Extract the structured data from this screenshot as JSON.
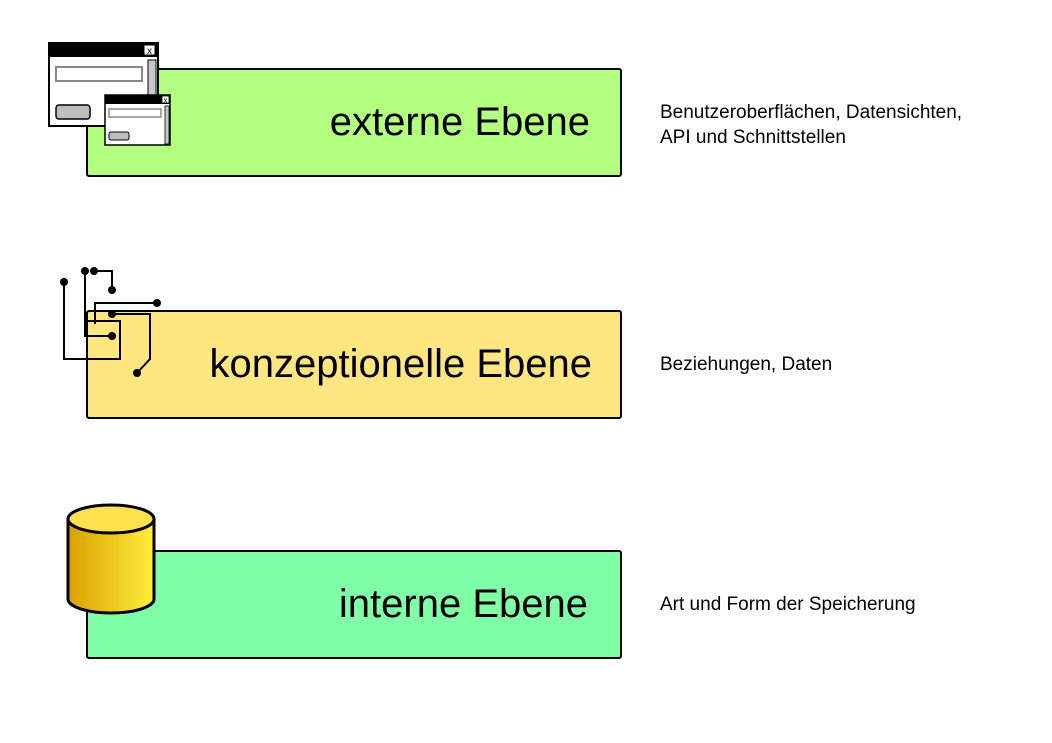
{
  "levels": [
    {
      "title": "externe Ebene",
      "fill": "#b3ff7f",
      "icon": "application-windows-icon",
      "description_lines": [
        "Benutzeroberflächen, Datensichten,",
        "API und Schnittstellen"
      ]
    },
    {
      "title": "konzeptionelle Ebene",
      "fill": "#ffe680",
      "icon": "relationship-network-icon",
      "description_lines": [
        "Beziehungen, Daten"
      ]
    },
    {
      "title": "interne Ebene",
      "fill": "#7fffa6",
      "icon": "database-cylinder-icon",
      "description_lines": [
        "Art und Form der Speicherung"
      ]
    }
  ],
  "window_icon_close_glyph": "x"
}
